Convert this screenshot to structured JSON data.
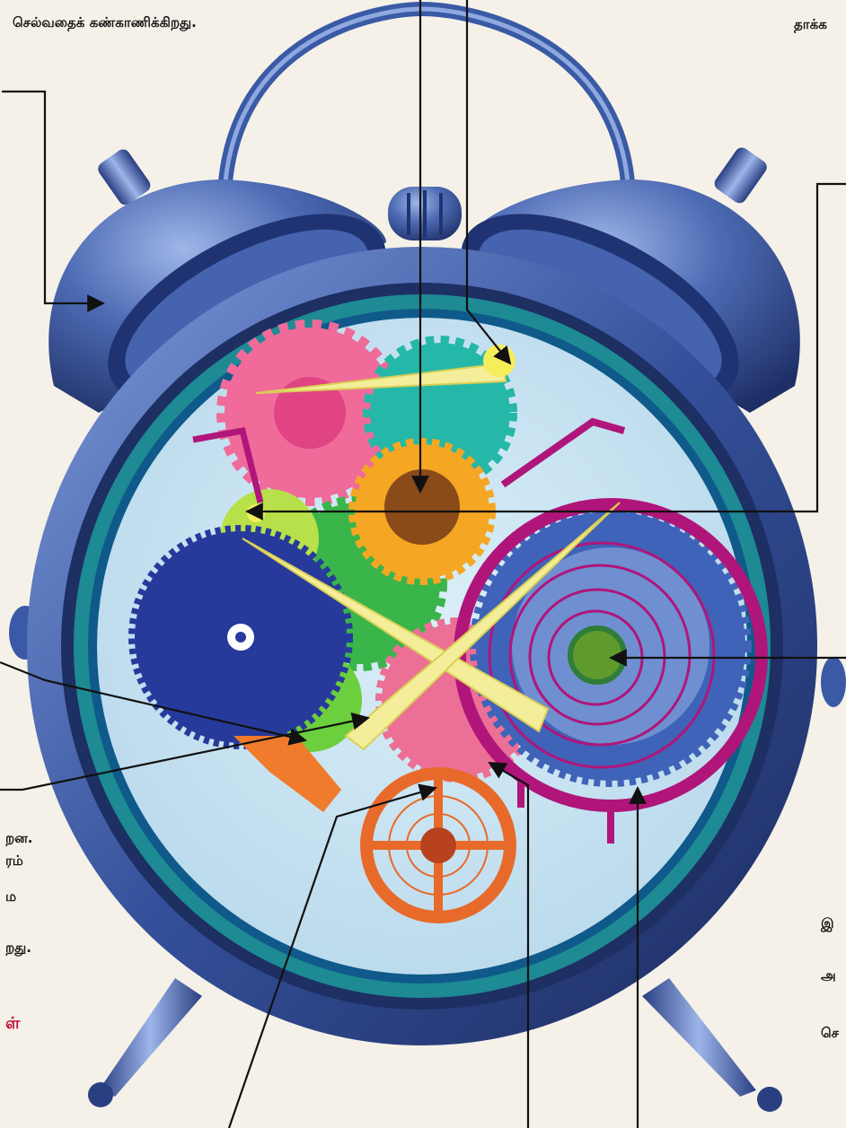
{
  "labels": {
    "top_left_line": "செல்வதைக் கண்காணிக்கிறது.",
    "top_right_fragment": "தாக்க",
    "left_1": "றன.",
    "left_2": "ரம்",
    "left_3": "ம",
    "left_4": "றது.",
    "left_red": "ள்",
    "right_1": "இ",
    "right_2": "அ",
    "right_3": "செ"
  },
  "colors": {
    "background": "#f5f1e8",
    "clock_body": "#3f5fa8",
    "clock_dark": "#233a78",
    "face": "#cfe6f2",
    "leader": "#111111",
    "accent_red": "#c0143c"
  }
}
